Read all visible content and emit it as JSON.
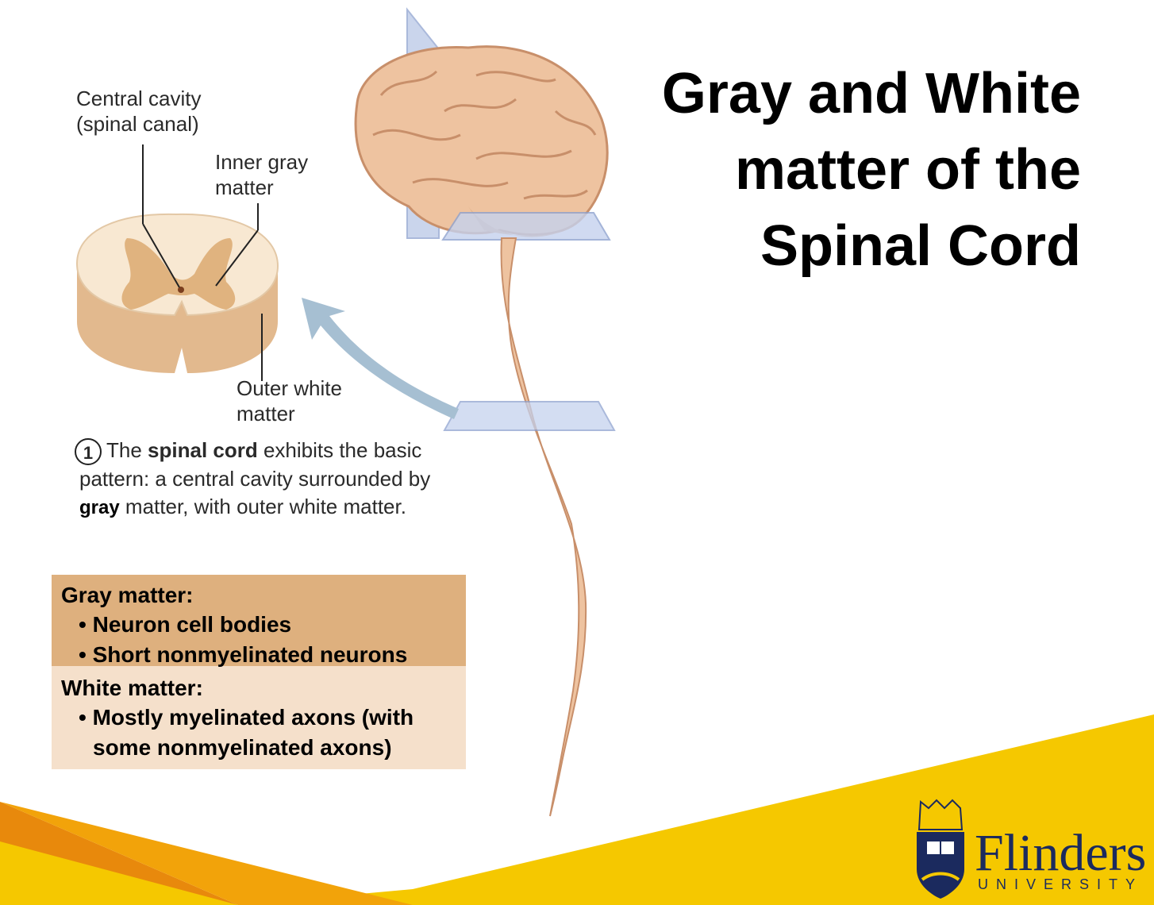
{
  "title": [
    "Gray and White",
    "matter of the",
    "Spinal Cord"
  ],
  "labels": {
    "central_cavity": [
      "Central cavity",
      "(spinal canal)"
    ],
    "inner_gray": [
      "Inner gray",
      "matter"
    ],
    "outer_white": [
      "Outer white",
      "matter"
    ]
  },
  "caption": {
    "number": "1",
    "pre": "The ",
    "bold": "spinal cord",
    "post": " exhibits the basic pattern: a central cavity surrounded by ",
    "gray_word": "gray",
    "end": " matter, with outer white matter."
  },
  "gray_matter": {
    "heading": "Gray matter:",
    "items": [
      "Neuron cell bodies",
      "Short nonmyelinated neurons"
    ]
  },
  "white_matter": {
    "heading": "White matter:",
    "items": [
      "Mostly myelinated axons (with some nonmyelinated axons)"
    ]
  },
  "logo": {
    "name": "Flinders",
    "sub": "UNIVERSITY"
  },
  "colors": {
    "gray_box": "#deb07e",
    "white_box": "#f5e0cb",
    "accent_yellow": "#f5c800",
    "accent_orange": "#e8890c",
    "logo_navy": "#1b2a5e"
  },
  "icons": [
    "brain-illustration",
    "spinal-cord-cross-section",
    "ship-crest-icon"
  ]
}
